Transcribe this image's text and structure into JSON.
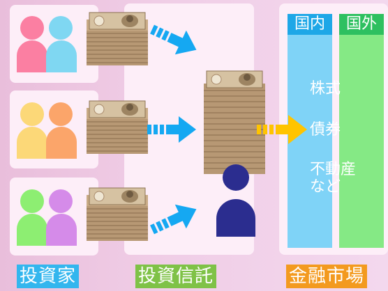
{
  "investors": {
    "label": "投資家",
    "groups": [
      {
        "colors": {
          "left": "#fb7fa2",
          "right": "#7fd7f2"
        }
      },
      {
        "colors": {
          "left": "#fcd878",
          "right": "#fba56a"
        }
      },
      {
        "colors": {
          "left": "#8dee72",
          "right": "#d58be9"
        }
      }
    ]
  },
  "trust": {
    "label": "投資信託",
    "manager_color": "#2b2d8f"
  },
  "market": {
    "label": "金融市場",
    "domestic_tag": "国内",
    "foreign_tag": "国外",
    "items": {
      "stocks": "株式",
      "bonds": "債券",
      "real_estate_line1": "不動産",
      "real_estate_line2": "など"
    }
  },
  "colors": {
    "arrow_blue": "#15a8f2",
    "arrow_yellow": "#ffc400",
    "investor_label_bg": "#33b6ee",
    "trust_label_bg": "#7fc247",
    "market_label_bg": "#f39a1f",
    "domestic_bg": "#7fd3f7",
    "foreign_bg": "#85e985",
    "domestic_tag_bg": "#1ea7e7",
    "foreign_tag_bg": "#2ec060"
  }
}
